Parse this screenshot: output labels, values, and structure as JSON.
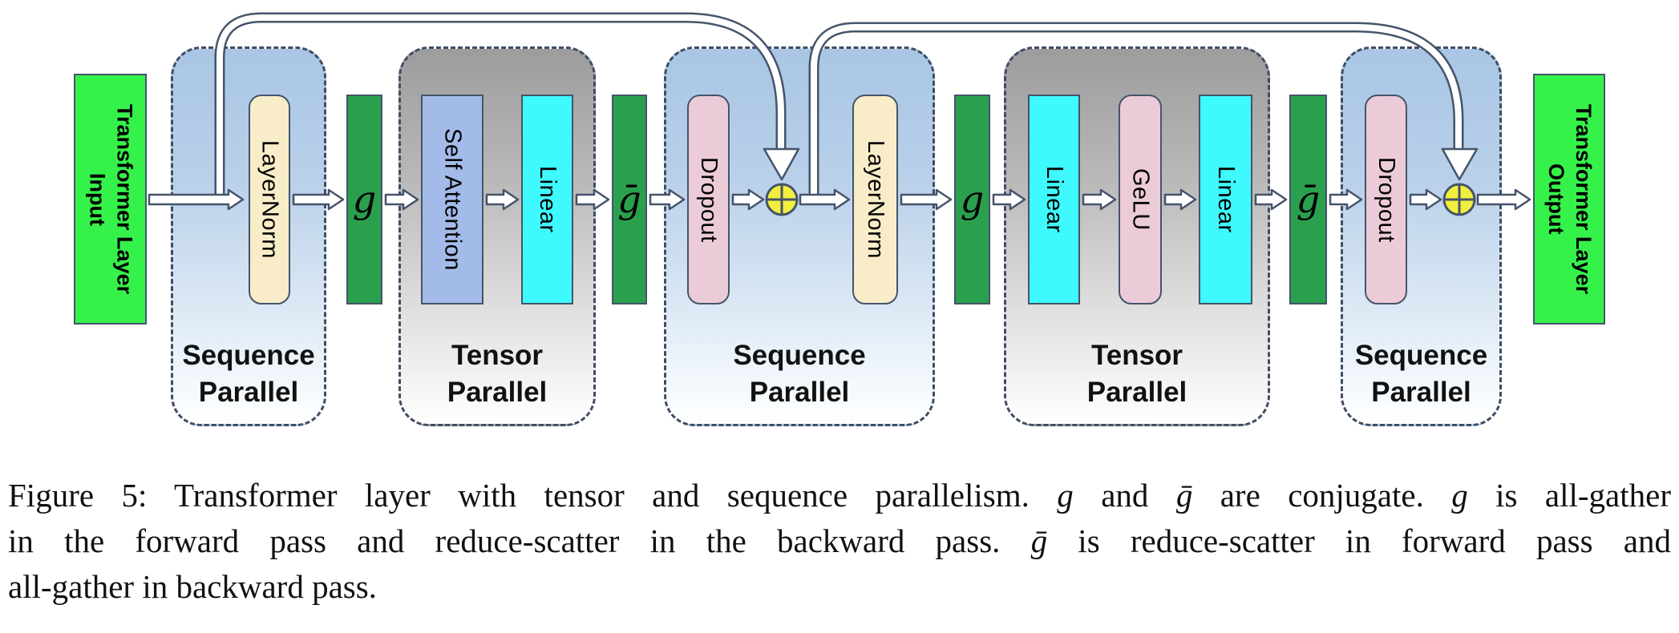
{
  "diagram": {
    "input": {
      "line1": "Transformer Layer",
      "line2": "Input"
    },
    "output": {
      "line1": "Transformer Layer",
      "line2": "Output"
    },
    "regions": [
      {
        "type": "sequence-parallel",
        "label_line1": "Sequence",
        "label_line2": "Parallel"
      },
      {
        "type": "tensor-parallel",
        "label_line1": "Tensor",
        "label_line2": "Parallel"
      },
      {
        "type": "sequence-parallel",
        "label_line1": "Sequence",
        "label_line2": "Parallel"
      },
      {
        "type": "tensor-parallel",
        "label_line1": "Tensor",
        "label_line2": "Parallel"
      },
      {
        "type": "sequence-parallel",
        "label_line1": "Sequence",
        "label_line2": "Parallel"
      }
    ],
    "blocks": [
      {
        "id": "layernorm-1",
        "label": "LayerNorm"
      },
      {
        "id": "g-1",
        "label": "g"
      },
      {
        "id": "self-attention",
        "label": "Self Attention"
      },
      {
        "id": "linear-1",
        "label": "Linear"
      },
      {
        "id": "gbar-1",
        "label": "ḡ"
      },
      {
        "id": "dropout-1",
        "label": "Dropout"
      },
      {
        "id": "layernorm-2",
        "label": "LayerNorm"
      },
      {
        "id": "g-2",
        "label": "g"
      },
      {
        "id": "linear-2",
        "label": "Linear"
      },
      {
        "id": "gelu",
        "label": "GeLU"
      },
      {
        "id": "linear-3",
        "label": "Linear"
      },
      {
        "id": "gbar-2",
        "label": "ḡ"
      },
      {
        "id": "dropout-2",
        "label": "Dropout"
      }
    ],
    "icons": {
      "residual_add_symbol": "⊕"
    },
    "colors": {
      "io_green": "#35f24a",
      "conjugate_green": "#2aa04e",
      "layernorm_cream": "#f8edc8",
      "attention_periwinkle": "#a3bbe8",
      "linear_cyan": "#3ef9fd",
      "dropout_pink": "#eccbd9",
      "add_yellow": "#f2ee3e",
      "sequence_region_blue": "#a9c6e4",
      "tensor_region_gray": "#9c9c9c",
      "outline_slate": "#44546a"
    }
  },
  "caption": {
    "lines": [
      [
        {
          "t": "Figure 5:  Transformer layer with tensor and sequence parallelism.  "
        },
        {
          "t": "g",
          "i": true
        },
        {
          "t": " and "
        },
        {
          "t": "ḡ",
          "i": true
        },
        {
          "t": " are conjugate.  "
        },
        {
          "t": "g",
          "i": true
        },
        {
          "t": " is all-gather"
        }
      ],
      [
        {
          "t": "in the forward pass and reduce-scatter in the backward pass.  "
        },
        {
          "t": "ḡ",
          "i": true
        },
        {
          "t": " is reduce-scatter in forward pass and"
        }
      ],
      [
        {
          "t": "all-gather in backward pass."
        }
      ]
    ]
  }
}
